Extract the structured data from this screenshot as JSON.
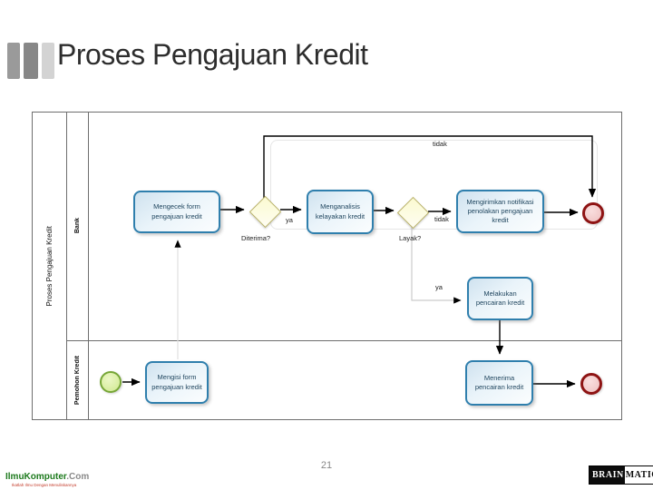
{
  "title": "Proses Pengajuan Kredit",
  "page_number": "21",
  "footer": {
    "ilmu_brand": "IlmuKomputer",
    "ilmu_suffix": ".Com",
    "ilmu_tagline": "Ikatlah Ilmu Dengan Menuliskannya",
    "brain_part1": "BRAIN",
    "brain_part2": "MATICS"
  },
  "diagram": {
    "pool_label": "Proses Pengajuan Kredit",
    "lanes": [
      {
        "label": "Bank"
      },
      {
        "label": "Pemohon Kredit"
      }
    ],
    "tasks": [
      {
        "id": "mengecek",
        "label": "Mengecek form pengajuan kredit"
      },
      {
        "id": "menganalisis",
        "label": "Menganalisis kelayakan kredit"
      },
      {
        "id": "notifikasi",
        "label": "Mengirimkan notifikasi penolakan pengajuan kredit"
      },
      {
        "id": "pencairan",
        "label": "Melakukan pencairan kredit"
      },
      {
        "id": "mengisi",
        "label": "Mengisi form pengajuan kredit"
      },
      {
        "id": "menerima",
        "label": "Menerima pencairan kredit"
      }
    ],
    "gateways": [
      {
        "label": "Diterima?"
      },
      {
        "label": "Layak?"
      }
    ],
    "flow_labels": {
      "diterima_ya": "ya",
      "diterima_tidak": "tidak",
      "layak_tidak": "tidak",
      "layak_ya": "ya"
    },
    "events": {
      "start": "start-event",
      "end_rejection": "end-event",
      "end_disbursement": "end-event"
    },
    "colors": {
      "task_border": "#2f7fad",
      "task_fill": "#dcebf5",
      "gateway_border": "#b9b167",
      "gateway_fill": "#fbfad0",
      "start_border": "#76a637",
      "start_fill": "#d9efa8",
      "end_border": "#8e1313",
      "end_fill": "#f3cbcb"
    }
  }
}
